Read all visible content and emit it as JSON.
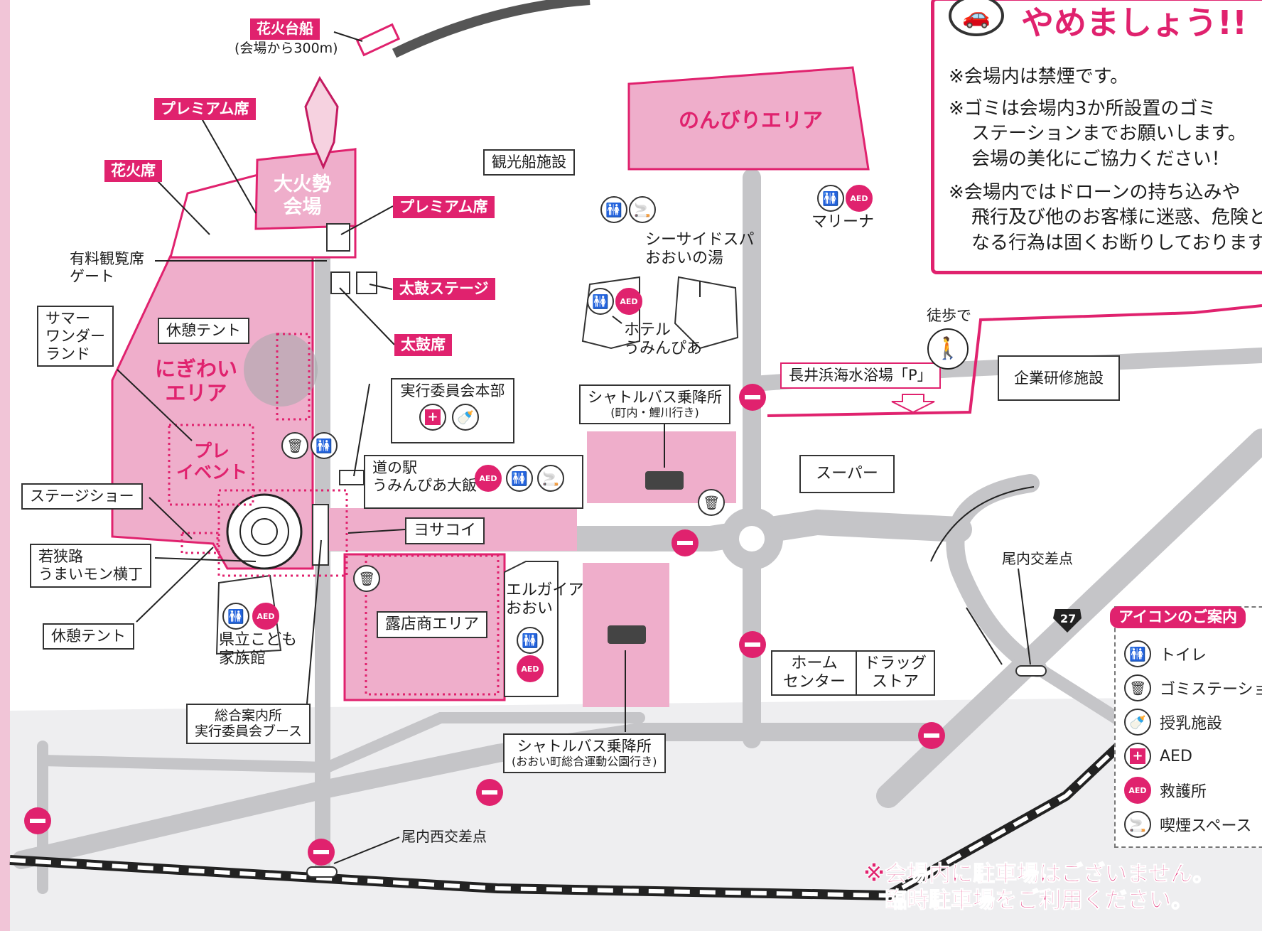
{
  "colors": {
    "accent": "#e0226e",
    "area_fill": "#efaecb",
    "road": "#c5c5c8",
    "background": "#f1c5d7"
  },
  "notice": {
    "title": "やめましょう!!",
    "icon": "no-car-icon",
    "lines": [
      "※会場内は禁煙です。",
      "※ゴミは会場内3か所設置のゴミ",
      "ステーションまでお願いします。",
      "会場の美化にご協力ください！",
      "※会場内ではドローンの持ち込みや",
      "飛行及び他のお客様に迷惑、危険と",
      "なる行為は固くお断りしております。"
    ]
  },
  "legend": {
    "title": "アイコンのご案内",
    "items": [
      {
        "label": "トイレ",
        "icon": "toilet-icon"
      },
      {
        "label": "ゴミステーション",
        "icon": "trash-icon"
      },
      {
        "label": "授乳施設",
        "icon": "baby-bottle-icon"
      },
      {
        "label": "AED",
        "icon": "aed-icon"
      },
      {
        "label": "救護所",
        "icon": "first-aid-icon"
      },
      {
        "label": "喫煙スペース",
        "icon": "smoking-icon"
      }
    ]
  },
  "labels": {
    "hanabi_daisen": "花火台船",
    "hanabi_daisen_sub": "(会場から300m)",
    "premium1": "プレミアム席",
    "hanabi_seki": "花火席",
    "ohi_kaijo_1": "大火勢",
    "ohi_kaijo_2": "会場",
    "premium2": "プレミアム席",
    "taiko_stage": "太鼓ステージ",
    "taiko_seki": "太鼓席",
    "yuryo_gate_1": "有料観覧席",
    "yuryo_gate_2": "ゲート",
    "summer_1": "サマー",
    "summer_2": "ワンダー",
    "summer_3": "ランド",
    "kyukei_tent1": "休憩テント",
    "nigiwai_1": "にぎわい",
    "nigiwai_2": "エリア",
    "pre_event_1": "プレ",
    "pre_event_2": "イベント",
    "stage_show": "ステージショー",
    "wakasaji_1": "若狭路",
    "wakasaji_2": "うまいモン横丁",
    "kyukei_tent2": "休憩テント",
    "kodomo_1": "県立こども",
    "kodomo_2": "家族館",
    "sogo_1": "総合案内所",
    "sogo_2": "実行委員会ブース",
    "jikko_honbu": "実行委員会本部",
    "michinoeki_1": "道の駅",
    "michinoeki_2": "うみんぴあ大飯",
    "yosakoi": "ヨサコイ",
    "roten": "露店商エリア",
    "elgaia_1": "エルガイア",
    "elgaia_2": "おおい",
    "kankosen": "観光船施設",
    "nonbiri": "のんびりエリア",
    "marina": "マリーナ",
    "seaside_1": "シーサイドスパ",
    "seaside_2": "おおいの湯",
    "hotel_1": "ホテル",
    "hotel_2": "うみんぴあ",
    "shuttle1_1": "シャトルバス乗降所",
    "shuttle1_2": "(町内・鯉川行き)",
    "nagaihama": "長井浜海水浴場「P」",
    "toho": "徒歩で",
    "kigyo": "企業研修施設",
    "super": "スーパー",
    "onai_kosaten": "尾内交差点",
    "route27": "27",
    "home_1": "ホーム",
    "home_2": "センター",
    "drug_1": "ドラッグ",
    "drug_2": "ストア",
    "shuttle2_1": "シャトルバス乗降所",
    "shuttle2_2": "(おおい町総合運動公園行き)",
    "onai_nishi": "尾内西交差点",
    "parking_1": "※会場内に駐車場はございません。",
    "parking_2": "臨時駐車場をご利用ください。"
  }
}
